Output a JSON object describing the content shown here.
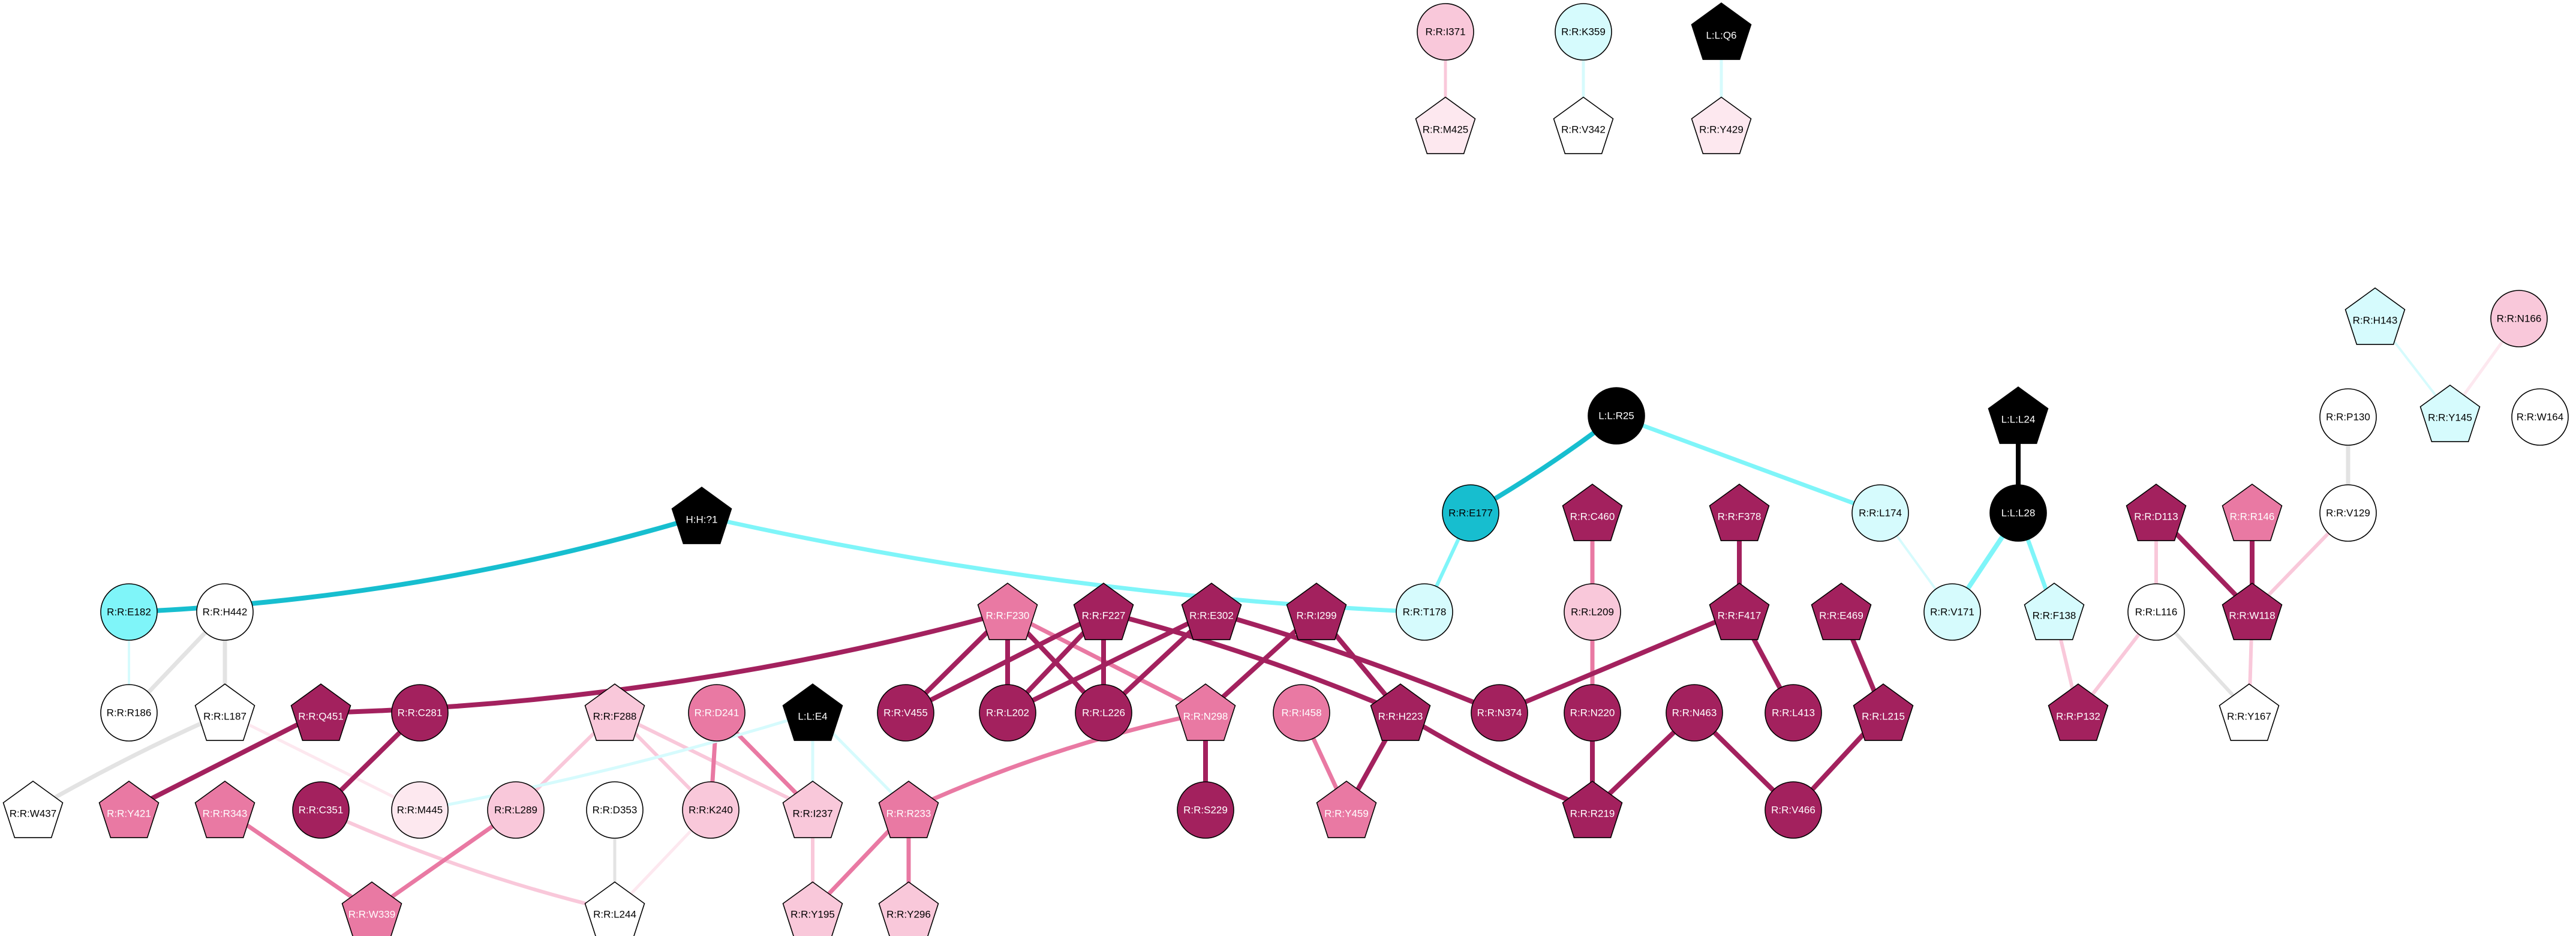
{
  "colors": {
    "black": "#000000",
    "dark_magenta": "#a3215e",
    "magenta": "#e979a3",
    "light_pink": "#f9c8da",
    "pale_pink": "#fde8ef",
    "white": "#ffffff",
    "cyan_dark": "#17becf",
    "cyan": "#7ff5f9",
    "cyan_pale": "#d6fbfd",
    "grey": "#e3e3e3"
  },
  "nodes": [
    {
      "id": "RRI371",
      "label": "R:R:I371",
      "shape": "circle",
      "fill": "light_pink",
      "text": "black"
    },
    {
      "id": "RRM425",
      "label": "R:R:M425",
      "shape": "pentagon",
      "fill": "pale_pink",
      "text": "black"
    },
    {
      "id": "RRK359",
      "label": "R:R:K359",
      "shape": "circle",
      "fill": "cyan_pale",
      "text": "black"
    },
    {
      "id": "RRV342",
      "label": "R:R:V342",
      "shape": "pentagon",
      "fill": "white",
      "text": "black"
    },
    {
      "id": "LLQ6",
      "label": "L:L:Q6",
      "shape": "pentagon",
      "fill": "black",
      "text": "white"
    },
    {
      "id": "RRY429",
      "label": "R:R:Y429",
      "shape": "pentagon",
      "fill": "pale_pink",
      "text": "black"
    },
    {
      "id": "RRH143",
      "label": "R:R:H143",
      "shape": "pentagon",
      "fill": "cyan_pale",
      "text": "black"
    },
    {
      "id": "RRN166",
      "label": "R:R:N166",
      "shape": "circle",
      "fill": "light_pink",
      "text": "black"
    },
    {
      "id": "RRP130",
      "label": "R:R:P130",
      "shape": "circle",
      "fill": "white",
      "text": "black"
    },
    {
      "id": "RRY145",
      "label": "R:R:Y145",
      "shape": "pentagon",
      "fill": "cyan_pale",
      "text": "black"
    },
    {
      "id": "RRW164",
      "label": "R:R:W164",
      "shape": "circle",
      "fill": "white",
      "text": "black"
    },
    {
      "id": "RRV129",
      "label": "R:R:V129",
      "shape": "circle",
      "fill": "white",
      "text": "black"
    },
    {
      "id": "LLR25",
      "label": "L:L:R25",
      "shape": "circle",
      "fill": "black",
      "text": "white"
    },
    {
      "id": "LLL24",
      "label": "L:L:L24",
      "shape": "pentagon",
      "fill": "black",
      "text": "white"
    },
    {
      "id": "LLL28",
      "label": "L:L:L28",
      "shape": "circle",
      "fill": "black",
      "text": "white"
    },
    {
      "id": "HH71",
      "label": "H:H:?1",
      "shape": "pentagon",
      "fill": "black",
      "text": "white"
    },
    {
      "id": "RRE177",
      "label": "R:R:E177",
      "shape": "circle",
      "fill": "cyan_dark",
      "text": "black"
    },
    {
      "id": "RRC460",
      "label": "R:R:C460",
      "shape": "pentagon",
      "fill": "dark_magenta",
      "text": "white"
    },
    {
      "id": "RRF378",
      "label": "R:R:F378",
      "shape": "pentagon",
      "fill": "dark_magenta",
      "text": "white"
    },
    {
      "id": "RRL174",
      "label": "R:R:L174",
      "shape": "circle",
      "fill": "cyan_pale",
      "text": "black"
    },
    {
      "id": "RRD113",
      "label": "R:R:D113",
      "shape": "pentagon",
      "fill": "dark_magenta",
      "text": "white"
    },
    {
      "id": "RRR146",
      "label": "R:R:R146",
      "shape": "pentagon",
      "fill": "magenta",
      "text": "white"
    },
    {
      "id": "RRE182",
      "label": "R:R:E182",
      "shape": "circle",
      "fill": "cyan",
      "text": "black"
    },
    {
      "id": "RRH442",
      "label": "R:R:H442",
      "shape": "circle",
      "fill": "white",
      "text": "black"
    },
    {
      "id": "RRF230",
      "label": "R:R:F230",
      "shape": "pentagon",
      "fill": "magenta",
      "text": "white"
    },
    {
      "id": "RRF227",
      "label": "R:R:F227",
      "shape": "pentagon",
      "fill": "dark_magenta",
      "text": "white"
    },
    {
      "id": "RRE302",
      "label": "R:R:E302",
      "shape": "pentagon",
      "fill": "dark_magenta",
      "text": "white"
    },
    {
      "id": "RRI299",
      "label": "R:R:I299",
      "shape": "pentagon",
      "fill": "dark_magenta",
      "text": "white"
    },
    {
      "id": "RRT178",
      "label": "R:R:T178",
      "shape": "circle",
      "fill": "cyan_pale",
      "text": "black"
    },
    {
      "id": "RRL209",
      "label": "R:R:L209",
      "shape": "circle",
      "fill": "light_pink",
      "text": "black"
    },
    {
      "id": "RRF417",
      "label": "R:R:F417",
      "shape": "pentagon",
      "fill": "dark_magenta",
      "text": "white"
    },
    {
      "id": "RRE469",
      "label": "R:R:E469",
      "shape": "pentagon",
      "fill": "dark_magenta",
      "text": "white"
    },
    {
      "id": "RRV171",
      "label": "R:R:V171",
      "shape": "circle",
      "fill": "cyan_pale",
      "text": "black"
    },
    {
      "id": "RRF138",
      "label": "R:R:F138",
      "shape": "pentagon",
      "fill": "cyan_pale",
      "text": "black"
    },
    {
      "id": "RRL116",
      "label": "R:R:L116",
      "shape": "circle",
      "fill": "white",
      "text": "black"
    },
    {
      "id": "RRW118",
      "label": "R:R:W118",
      "shape": "pentagon",
      "fill": "dark_magenta",
      "text": "white"
    },
    {
      "id": "RRR186",
      "label": "R:R:R186",
      "shape": "circle",
      "fill": "white",
      "text": "black"
    },
    {
      "id": "RRL187",
      "label": "R:R:L187",
      "shape": "pentagon",
      "fill": "white",
      "text": "black"
    },
    {
      "id": "RRQ451",
      "label": "R:R:Q451",
      "shape": "pentagon",
      "fill": "dark_magenta",
      "text": "white"
    },
    {
      "id": "RRC281",
      "label": "R:R:C281",
      "shape": "circle",
      "fill": "dark_magenta",
      "text": "white"
    },
    {
      "id": "RRF288",
      "label": "R:R:F288",
      "shape": "pentagon",
      "fill": "light_pink",
      "text": "black"
    },
    {
      "id": "RRD241",
      "label": "R:R:D241",
      "shape": "circle",
      "fill": "magenta",
      "text": "white"
    },
    {
      "id": "LLE4",
      "label": "L:L:E4",
      "shape": "pentagon",
      "fill": "black",
      "text": "white"
    },
    {
      "id": "RRV455",
      "label": "R:R:V455",
      "shape": "circle",
      "fill": "dark_magenta",
      "text": "white"
    },
    {
      "id": "RRL202",
      "label": "R:R:L202",
      "shape": "circle",
      "fill": "dark_magenta",
      "text": "white"
    },
    {
      "id": "RRL226",
      "label": "R:R:L226",
      "shape": "circle",
      "fill": "dark_magenta",
      "text": "white"
    },
    {
      "id": "RRN298",
      "label": "R:R:N298",
      "shape": "pentagon",
      "fill": "magenta",
      "text": "white"
    },
    {
      "id": "RRI458",
      "label": "R:R:I458",
      "shape": "circle",
      "fill": "magenta",
      "text": "white"
    },
    {
      "id": "RRH223",
      "label": "R:R:H223",
      "shape": "pentagon",
      "fill": "dark_magenta",
      "text": "white"
    },
    {
      "id": "RRN374",
      "label": "R:R:N374",
      "shape": "circle",
      "fill": "dark_magenta",
      "text": "white"
    },
    {
      "id": "RRN220",
      "label": "R:R:N220",
      "shape": "circle",
      "fill": "dark_magenta",
      "text": "white"
    },
    {
      "id": "RRN463",
      "label": "R:R:N463",
      "shape": "circle",
      "fill": "dark_magenta",
      "text": "white"
    },
    {
      "id": "RRL413",
      "label": "R:R:L413",
      "shape": "circle",
      "fill": "dark_magenta",
      "text": "white"
    },
    {
      "id": "RRL215",
      "label": "R:R:L215",
      "shape": "pentagon",
      "fill": "dark_magenta",
      "text": "white"
    },
    {
      "id": "RRP132",
      "label": "R:R:P132",
      "shape": "pentagon",
      "fill": "dark_magenta",
      "text": "white"
    },
    {
      "id": "RRY167",
      "label": "R:R:Y167",
      "shape": "pentagon",
      "fill": "white",
      "text": "black"
    },
    {
      "id": "RRW437",
      "label": "R:R:W437",
      "shape": "pentagon",
      "fill": "white",
      "text": "black"
    },
    {
      "id": "RRY421",
      "label": "R:R:Y421",
      "shape": "pentagon",
      "fill": "magenta",
      "text": "white"
    },
    {
      "id": "RRR343",
      "label": "R:R:R343",
      "shape": "pentagon",
      "fill": "magenta",
      "text": "white"
    },
    {
      "id": "RRC351",
      "label": "R:R:C351",
      "shape": "circle",
      "fill": "dark_magenta",
      "text": "white"
    },
    {
      "id": "RRM445",
      "label": "R:R:M445",
      "shape": "circle",
      "fill": "pale_pink",
      "text": "black"
    },
    {
      "id": "RRL289",
      "label": "R:R:L289",
      "shape": "circle",
      "fill": "light_pink",
      "text": "black"
    },
    {
      "id": "RRD353",
      "label": "R:R:D353",
      "shape": "circle",
      "fill": "white",
      "text": "black"
    },
    {
      "id": "RRK240",
      "label": "R:R:K240",
      "shape": "circle",
      "fill": "light_pink",
      "text": "black"
    },
    {
      "id": "RRI237",
      "label": "R:R:I237",
      "shape": "pentagon",
      "fill": "light_pink",
      "text": "black"
    },
    {
      "id": "RRR233",
      "label": "R:R:R233",
      "shape": "pentagon",
      "fill": "magenta",
      "text": "white"
    },
    {
      "id": "RRS229",
      "label": "R:R:S229",
      "shape": "circle",
      "fill": "dark_magenta",
      "text": "white"
    },
    {
      "id": "RRY459",
      "label": "R:R:Y459",
      "shape": "pentagon",
      "fill": "magenta",
      "text": "white"
    },
    {
      "id": "RRR219",
      "label": "R:R:R219",
      "shape": "pentagon",
      "fill": "dark_magenta",
      "text": "white"
    },
    {
      "id": "RRV466",
      "label": "R:R:V466",
      "shape": "circle",
      "fill": "dark_magenta",
      "text": "white"
    },
    {
      "id": "RRW339",
      "label": "R:R:W339",
      "shape": "pentagon",
      "fill": "magenta",
      "text": "white"
    },
    {
      "id": "RRL244",
      "label": "R:R:L244",
      "shape": "pentagon",
      "fill": "white",
      "text": "black"
    },
    {
      "id": "RRY195",
      "label": "R:R:Y195",
      "shape": "pentagon",
      "fill": "light_pink",
      "text": "black"
    },
    {
      "id": "RRY296",
      "label": "R:R:Y296",
      "shape": "pentagon",
      "fill": "light_pink",
      "text": "black"
    }
  ],
  "edges": [
    {
      "from": "RRI371",
      "to": "RRM425",
      "color": "light_pink",
      "weight": 5
    },
    {
      "from": "RRK359",
      "to": "RRV342",
      "color": "cyan_pale",
      "weight": 5
    },
    {
      "from": "LLQ6",
      "to": "RRY429",
      "color": "cyan_pale",
      "weight": 5
    },
    {
      "from": "RRH143",
      "to": "RRY145",
      "color": "cyan_pale",
      "weight": 4
    },
    {
      "from": "RRN166",
      "to": "RRY145",
      "color": "pale_pink",
      "weight": 5
    },
    {
      "from": "RRP130",
      "to": "RRV129",
      "color": "grey",
      "weight": 7
    },
    {
      "from": "RRV129",
      "to": "RRW118",
      "color": "light_pink",
      "weight": 6
    },
    {
      "from": "LLR25",
      "to": "RRE177",
      "color": "cyan_dark",
      "weight": 8
    },
    {
      "from": "LLR25",
      "to": "RRL174",
      "color": "cyan",
      "weight": 7
    },
    {
      "from": "RRL174",
      "to": "RRV171",
      "color": "cyan_pale",
      "weight": 4
    },
    {
      "from": "LLL24",
      "to": "LLL28",
      "color": "black",
      "weight": 8
    },
    {
      "from": "LLL28",
      "to": "RRV171",
      "color": "cyan",
      "weight": 8
    },
    {
      "from": "LLL28",
      "to": "RRF138",
      "color": "cyan",
      "weight": 7
    },
    {
      "from": "RRF138",
      "to": "RRP132",
      "color": "light_pink",
      "weight": 6
    },
    {
      "from": "RRE177",
      "to": "RRT178",
      "color": "cyan",
      "weight": 6
    },
    {
      "from": "HH71",
      "to": "RRE182",
      "color": "cyan_dark",
      "weight": 8
    },
    {
      "from": "HH71",
      "to": "RRT178",
      "color": "cyan",
      "weight": 7
    },
    {
      "from": "RRD113",
      "to": "RRL116",
      "color": "light_pink",
      "weight": 6
    },
    {
      "from": "RRD113",
      "to": "RRW118",
      "color": "dark_magenta",
      "weight": 8
    },
    {
      "from": "RRR146",
      "to": "RRW118",
      "color": "dark_magenta",
      "weight": 8
    },
    {
      "from": "RRL116",
      "to": "RRP132",
      "color": "light_pink",
      "weight": 6
    },
    {
      "from": "RRL116",
      "to": "RRY167",
      "color": "grey",
      "weight": 6
    },
    {
      "from": "RRW118",
      "to": "RRY167",
      "color": "light_pink",
      "weight": 6
    },
    {
      "from": "RRC460",
      "to": "RRL209",
      "color": "magenta",
      "weight": 7
    },
    {
      "from": "RRL209",
      "to": "RRN220",
      "color": "magenta",
      "weight": 7
    },
    {
      "from": "RRF378",
      "to": "RRF417",
      "color": "dark_magenta",
      "weight": 8
    },
    {
      "from": "RRF417",
      "to": "RRN374",
      "color": "dark_magenta",
      "weight": 8
    },
    {
      "from": "RRF417",
      "to": "RRL413",
      "color": "dark_magenta",
      "weight": 8
    },
    {
      "from": "RRE469",
      "to": "RRL215",
      "color": "dark_magenta",
      "weight": 8
    },
    {
      "from": "RRL215",
      "to": "RRV466",
      "color": "dark_magenta",
      "weight": 8
    },
    {
      "from": "RRN463",
      "to": "RRR219",
      "color": "dark_magenta",
      "weight": 8
    },
    {
      "from": "RRN463",
      "to": "RRV466",
      "color": "dark_magenta",
      "weight": 8
    },
    {
      "from": "RRN220",
      "to": "RRR219",
      "color": "dark_magenta",
      "weight": 8
    },
    {
      "from": "RRE182",
      "to": "RRR186",
      "color": "cyan_pale",
      "weight": 4
    },
    {
      "from": "RRH442",
      "to": "RRR186",
      "color": "grey",
      "weight": 7
    },
    {
      "from": "RRH442",
      "to": "RRL187",
      "color": "grey",
      "weight": 7
    },
    {
      "from": "RRL187",
      "to": "RRW437",
      "color": "grey",
      "weight": 7
    },
    {
      "from": "RRL187",
      "to": "RRM445",
      "color": "pale_pink",
      "weight": 5
    },
    {
      "from": "RRF230",
      "to": "RRQ451",
      "color": "dark_magenta",
      "weight": 8
    },
    {
      "from": "RRF230",
      "to": "RRV455",
      "color": "dark_magenta",
      "weight": 8
    },
    {
      "from": "RRF230",
      "to": "RRL202",
      "color": "dark_magenta",
      "weight": 8
    },
    {
      "from": "RRF230",
      "to": "RRL226",
      "color": "dark_magenta",
      "weight": 8
    },
    {
      "from": "RRF230",
      "to": "RRN298",
      "color": "magenta",
      "weight": 7
    },
    {
      "from": "RRF227",
      "to": "RRV455",
      "color": "dark_magenta",
      "weight": 8
    },
    {
      "from": "RRF227",
      "to": "RRL202",
      "color": "dark_magenta",
      "weight": 8
    },
    {
      "from": "RRF227",
      "to": "RRL226",
      "color": "dark_magenta",
      "weight": 8
    },
    {
      "from": "RRF227",
      "to": "RRH223",
      "color": "dark_magenta",
      "weight": 8
    },
    {
      "from": "RRE302",
      "to": "RRL202",
      "color": "dark_magenta",
      "weight": 8
    },
    {
      "from": "RRE302",
      "to": "RRL226",
      "color": "dark_magenta",
      "weight": 8
    },
    {
      "from": "RRE302",
      "to": "RRN374",
      "color": "dark_magenta",
      "weight": 8
    },
    {
      "from": "RRI299",
      "to": "RRN298",
      "color": "dark_magenta",
      "weight": 8
    },
    {
      "from": "RRI299",
      "to": "RRH223",
      "color": "dark_magenta",
      "weight": 8
    },
    {
      "from": "RRN298",
      "to": "RRS229",
      "color": "dark_magenta",
      "weight": 8
    },
    {
      "from": "RRN298",
      "to": "RRR233",
      "color": "magenta",
      "weight": 7
    },
    {
      "from": "RRH223",
      "to": "RRY459",
      "color": "dark_magenta",
      "weight": 8
    },
    {
      "from": "RRH223",
      "to": "RRR219",
      "color": "dark_magenta",
      "weight": 8
    },
    {
      "from": "RRI458",
      "to": "RRY459",
      "color": "magenta",
      "weight": 7
    },
    {
      "from": "RRQ451",
      "to": "RRY421",
      "color": "dark_magenta",
      "weight": 8
    },
    {
      "from": "RRC281",
      "to": "RRC351",
      "color": "dark_magenta",
      "weight": 8
    },
    {
      "from": "RRC351",
      "to": "RRL244",
      "color": "light_pink",
      "weight": 6
    },
    {
      "from": "RRR343",
      "to": "RRW339",
      "color": "magenta",
      "weight": 7
    },
    {
      "from": "RRL289",
      "to": "RRW339",
      "color": "magenta",
      "weight": 7
    },
    {
      "from": "RRF288",
      "to": "RRL289",
      "color": "light_pink",
      "weight": 6
    },
    {
      "from": "RRF288",
      "to": "RRK240",
      "color": "light_pink",
      "weight": 6
    },
    {
      "from": "RRF288",
      "to": "RRI237",
      "color": "light_pink",
      "weight": 6
    },
    {
      "from": "RRD241",
      "to": "RRK240",
      "color": "magenta",
      "weight": 7
    },
    {
      "from": "RRD241",
      "to": "RRI237",
      "color": "magenta",
      "weight": 7
    },
    {
      "from": "LLE4",
      "to": "RRM445",
      "color": "cyan_pale",
      "weight": 5
    },
    {
      "from": "LLE4",
      "to": "RRR233",
      "color": "cyan_pale",
      "weight": 5
    },
    {
      "from": "LLE4",
      "to": "RRI237",
      "color": "cyan_pale",
      "weight": 5
    },
    {
      "from": "RRK240",
      "to": "RRL244",
      "color": "pale_pink",
      "weight": 5
    },
    {
      "from": "RRD353",
      "to": "RRL244",
      "color": "grey",
      "weight": 5
    },
    {
      "from": "RRI237",
      "to": "RRY195",
      "color": "light_pink",
      "weight": 6
    },
    {
      "from": "RRR233",
      "to": "RRY195",
      "color": "magenta",
      "weight": 7
    },
    {
      "from": "RRR233",
      "to": "RRY296",
      "color": "magenta",
      "weight": 7
    }
  ]
}
